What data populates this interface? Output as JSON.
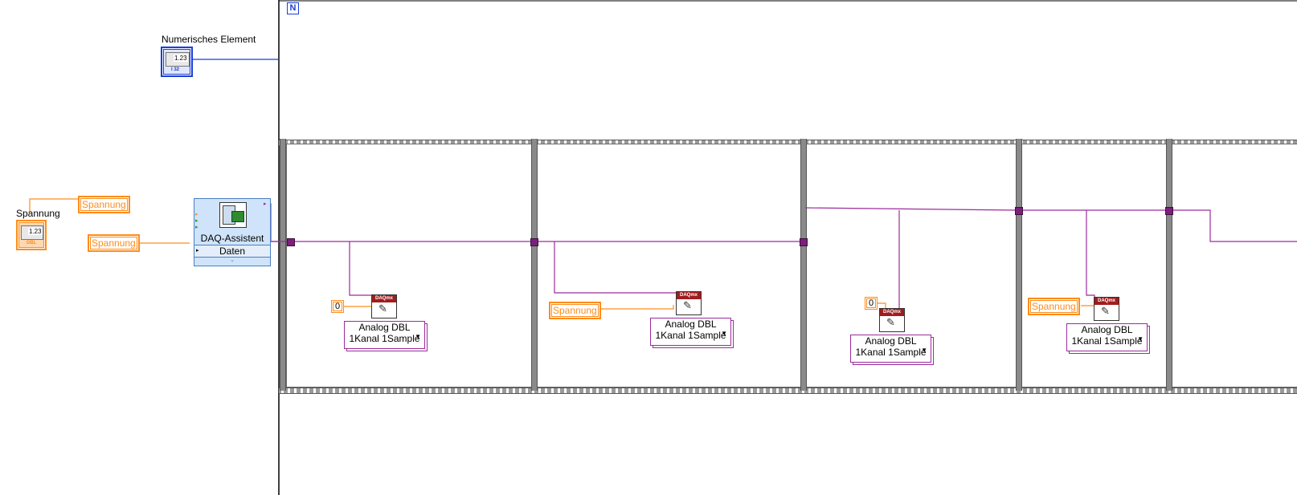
{
  "loop": {
    "iteration_label": "N"
  },
  "indicator": {
    "label": "Numerisches Element",
    "value_text": "1.23",
    "type_text": "I 32"
  },
  "control": {
    "label": "Spannung",
    "value_text": "1.23",
    "type_text": "DBL"
  },
  "constants": {
    "spannung_top": "Spannung",
    "spannung_daq": "Spannung",
    "spannung_frame2": "Spannung",
    "spannung_frame4": "Spannung",
    "zero_frame1": "0",
    "zero_frame3": "0"
  },
  "daq_assistant": {
    "title": "DAQ-Assistent",
    "terminal": "Daten"
  },
  "daqmx_write": {
    "header": "DAQmx",
    "ring_line1": "Analog DBL",
    "ring_line2": "1Kanal 1Sample",
    "frames": [
      {
        "ring_line1": "Analog DBL",
        "ring_line2": "1Kanal 1Sample"
      },
      {
        "ring_line1": "Analog DBL",
        "ring_line2": "1Kanal 1Sample"
      },
      {
        "ring_line1": "Analog DBL",
        "ring_line2": "1Kanal 1Sample"
      },
      {
        "ring_line1": "Analog DBL",
        "ring_line2": "1Kanal 1Sample"
      }
    ]
  },
  "colors": {
    "wire_numeric": "#1a3fd6",
    "wire_string": "#ff8c1a",
    "wire_task": "#9b2c9b",
    "frame_gray": "#8a8a8a"
  }
}
